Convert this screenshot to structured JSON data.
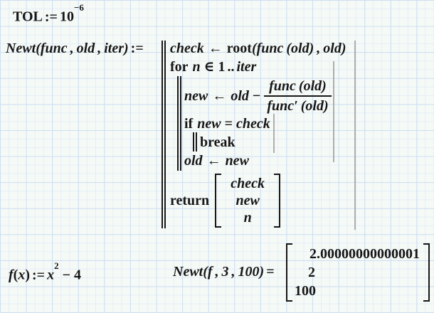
{
  "worksheet": {
    "tol": {
      "label": "TOL",
      "assign": ":=",
      "base": "10",
      "exponent": "−6"
    },
    "program": {
      "lhs": {
        "name": "Newt",
        "args": "(func , old , iter)",
        "assign": ":="
      },
      "check_line": {
        "target": "check",
        "arrow": "←",
        "function": "root",
        "arguments": "(func (old) , old)"
      },
      "for_line": {
        "keyword": "for",
        "var": "n",
        "element_of": "∈",
        "start": "1",
        "range_op": "..",
        "end": "iter"
      },
      "new_line": {
        "target": "new",
        "arrow": "←",
        "operand": "old",
        "minus": "−",
        "numerator": "func (old)",
        "denominator": "func′ (old)"
      },
      "if_line": {
        "keyword": "if",
        "left": "new",
        "equals": "=",
        "right": "check"
      },
      "break_line": {
        "keyword": "break"
      },
      "old_line": {
        "target": "old",
        "arrow": "←",
        "value": "new"
      },
      "return_line": {
        "keyword": "return",
        "vector": [
          "check",
          "new",
          "n"
        ]
      }
    },
    "f_definition": {
      "name": "f",
      "open": "(",
      "arg": "x",
      "close": ")",
      "assign": ":=",
      "base": "x",
      "exponent": "2",
      "minus": "−",
      "constant": "4"
    },
    "result": {
      "name": "Newt",
      "args": "(f , 3 , 100)",
      "equals": "=",
      "vector": [
        "2.00000000000001",
        "2",
        "100"
      ]
    }
  }
}
